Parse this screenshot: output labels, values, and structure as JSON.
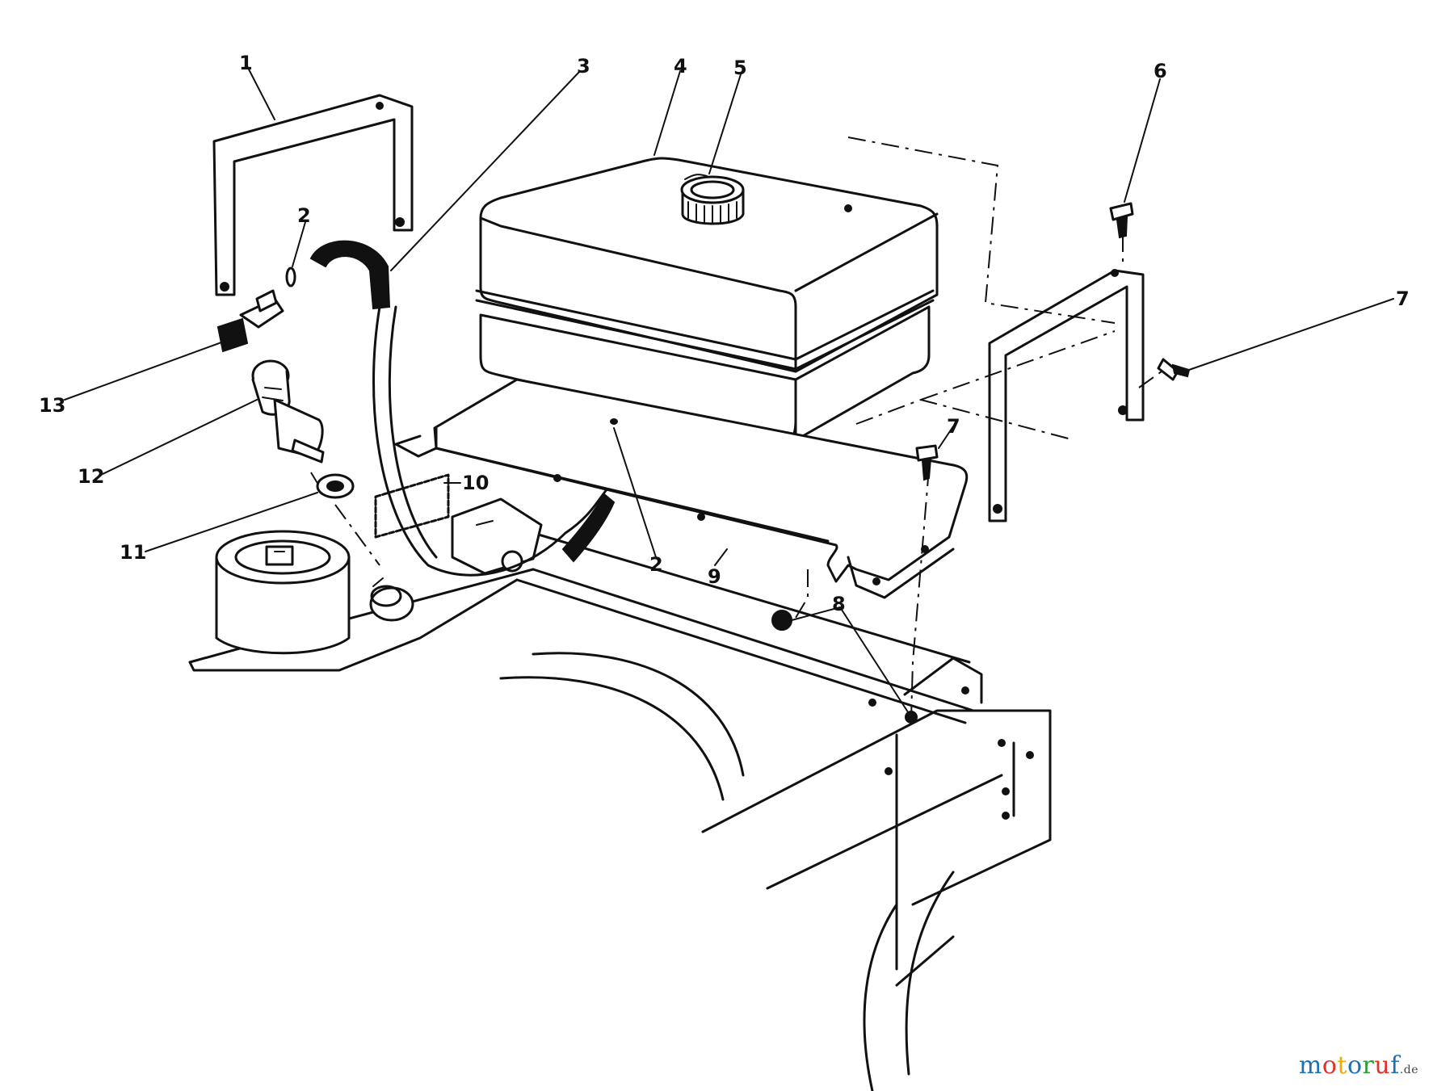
{
  "callouts": [
    {
      "id": "1",
      "label": "1"
    },
    {
      "id": "2a",
      "label": "2"
    },
    {
      "id": "2b",
      "label": "2"
    },
    {
      "id": "3",
      "label": "3"
    },
    {
      "id": "4",
      "label": "4"
    },
    {
      "id": "5",
      "label": "5"
    },
    {
      "id": "6",
      "label": "6"
    },
    {
      "id": "7a",
      "label": "7"
    },
    {
      "id": "7b",
      "label": "7"
    },
    {
      "id": "8",
      "label": "8"
    },
    {
      "id": "9",
      "label": "9"
    },
    {
      "id": "10",
      "label": "10"
    },
    {
      "id": "11",
      "label": "11"
    },
    {
      "id": "12",
      "label": "12"
    },
    {
      "id": "13",
      "label": "13"
    }
  ],
  "watermark": {
    "text": "motoruf",
    "tld": ".de",
    "letter_colors": [
      "#1f6fb5",
      "#e0312b",
      "#f2a900",
      "#1f6fb5",
      "#2e9b3a",
      "#e0312b",
      "#1f6fb5"
    ]
  },
  "colors": {
    "ink": "#111111",
    "background": "#ffffff"
  }
}
